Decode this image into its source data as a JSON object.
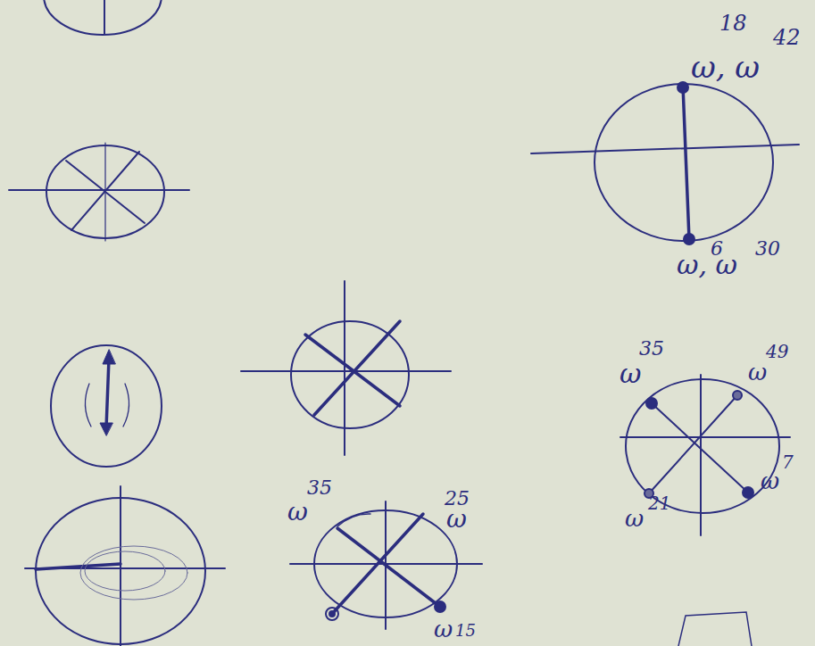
{
  "diagram": {
    "labels": [
      "ω, ω",
      "18",
      "42",
      "ω, ω",
      "6",
      "30",
      "ω",
      "35",
      "ω",
      "49",
      "ω",
      "21",
      "ω",
      "7",
      "ω",
      "35",
      "25",
      "ω",
      "ω",
      "15"
    ]
  }
}
